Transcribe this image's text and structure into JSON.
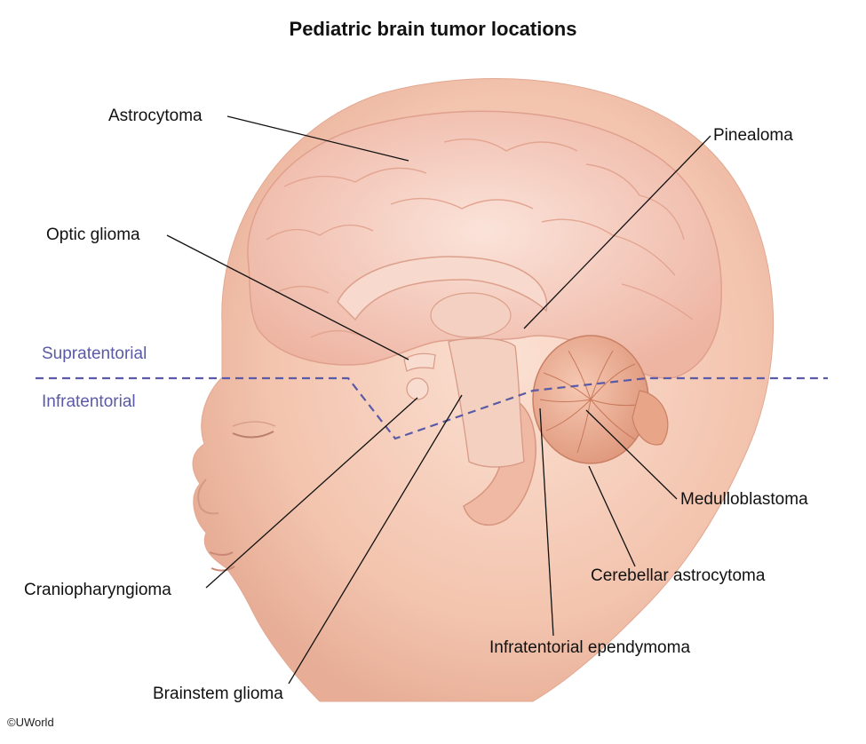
{
  "title": "Pediatric brain tumor locations",
  "zones": {
    "supra": "Supratentorial",
    "infra": "Infratentorial",
    "color": "#5a5aa6"
  },
  "labels": {
    "astrocytoma": "Astrocytoma",
    "optic_glioma": "Optic glioma",
    "pinealoma": "Pinealoma",
    "medulloblastoma": "Medulloblastoma",
    "cerebellar_astrocytoma": "Cerebellar astrocytoma",
    "infratentorial_ependymoma": "Infratentorial ependymoma",
    "craniopharyngioma": "Craniopharyngioma",
    "brainstem_glioma": "Brainstem glioma"
  },
  "credit": "©UWorld",
  "colors": {
    "skin": "#f5cdb8",
    "brain": "#f3c2b2",
    "cerebellum": "#eaa98f"
  }
}
